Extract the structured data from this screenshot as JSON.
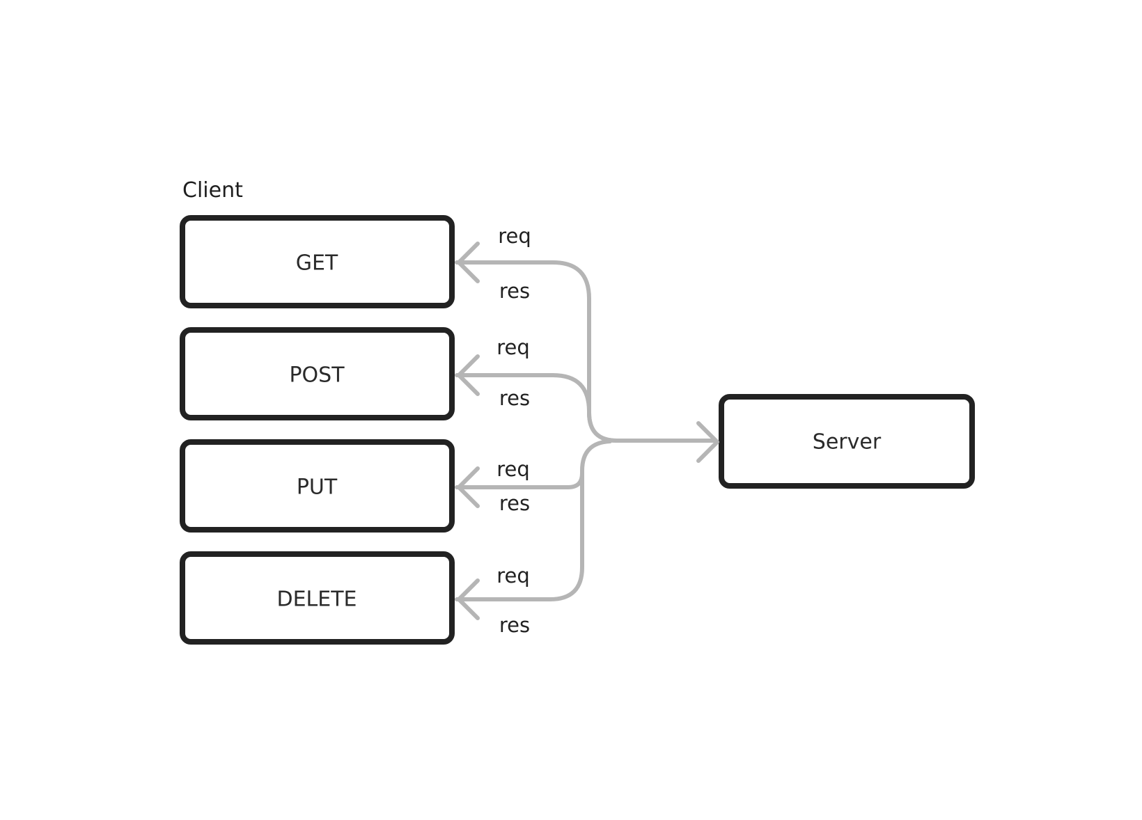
{
  "client": {
    "label": "Client",
    "methods": [
      {
        "name": "GET",
        "req_label": "req",
        "res_label": "res"
      },
      {
        "name": "POST",
        "req_label": "req",
        "res_label": "res"
      },
      {
        "name": "PUT",
        "req_label": "req",
        "res_label": "res"
      },
      {
        "name": "DELETE",
        "req_label": "req",
        "res_label": "res"
      }
    ]
  },
  "server": {
    "label": "Server"
  },
  "colors": {
    "box_border": "#222222",
    "connector": "#b5b5b5",
    "text": "#2a2a2a"
  }
}
